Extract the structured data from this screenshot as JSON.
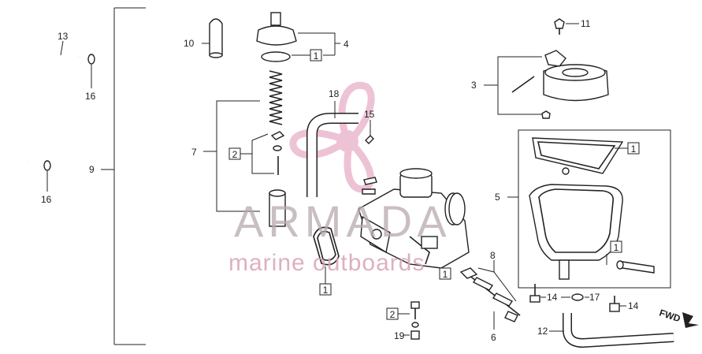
{
  "callouts": {
    "c1": "1",
    "c2": "2",
    "c3": "3",
    "c4": "4",
    "c5": "5",
    "c6": "6",
    "c7": "7",
    "c8": "8",
    "c9": "9",
    "c10": "10",
    "c11": "11",
    "c12": "12",
    "c13": "13",
    "c14": "14",
    "c15": "15",
    "c16": "16",
    "c17": "17",
    "c18": "18",
    "c19": "19"
  },
  "watermark": {
    "brand": "ARMADA",
    "tagline": "marine outboards"
  },
  "direction": {
    "label": "FWD"
  },
  "colors": {
    "ink": "#222222",
    "watermark_pink": "#e7a9c4",
    "watermark_grey": "#b7a9ac"
  }
}
